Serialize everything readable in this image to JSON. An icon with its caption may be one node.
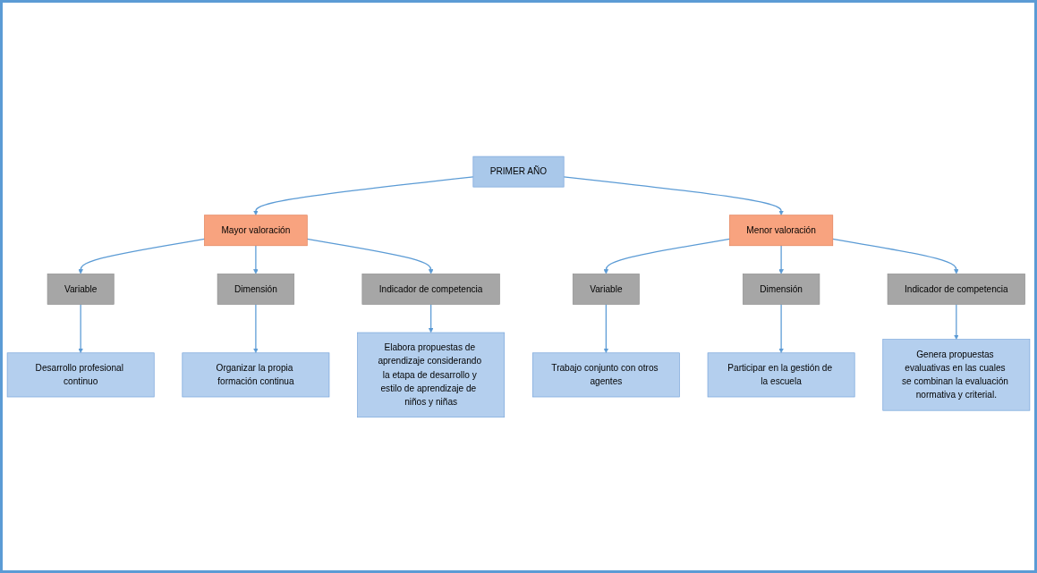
{
  "diagram": {
    "nodes": [
      {
        "text": [
          "PRIMER AÑO"
        ]
      },
      {
        "text": [
          "Mayor valoración"
        ]
      },
      {
        "text": [
          "Menor valoración"
        ]
      },
      {
        "text": [
          "Desarrollo profesional continuo"
        ]
      },
      {
        "text": [
          "Variable"
        ]
      },
      {
        "text": [
          "Variable"
        ]
      },
      {
        "text": [
          "Trabajo conjunto con otros agentes"
        ]
      },
      {
        "text": [
          "Organizar la propia formación continua"
        ]
      },
      {
        "text": [
          "Dimensión"
        ]
      },
      {
        "text": [
          "Dimensión"
        ]
      },
      {
        "text": [
          "Participar en la gestión de la escuela"
        ]
      },
      {
        "text": [
          "Indicador de competencia"
        ]
      },
      {
        "text": [
          "Indicador de competencia"
        ]
      },
      {
        "text": [
          "Elabora propuestas de aprendizaje considerando la etapa de desarrollo y estilo de aprendizaje de  niños y niñas"
        ]
      },
      {
        "text": [
          "Genera propuestas evaluativas en las cuales se combinan la evaluación normativa y criterial."
        ]
      }
    ],
    "edges": [
      {
        "from": 0,
        "to": 1,
        "arrow": "to"
      },
      {
        "from": 0,
        "to": 2,
        "arrow": "to"
      },
      {
        "from": 1,
        "to": 4,
        "arrow": "to"
      },
      {
        "from": 1,
        "to": 8,
        "arrow": "to"
      },
      {
        "from": 1,
        "to": 11,
        "arrow": "to"
      },
      {
        "from": 2,
        "to": 5,
        "arrow": "to"
      },
      {
        "from": 2,
        "to": 9,
        "arrow": "to"
      },
      {
        "from": 2,
        "to": 12,
        "arrow": "to"
      },
      {
        "from": 4,
        "to": 3,
        "arrow": "to"
      },
      {
        "from": 8,
        "to": 7,
        "arrow": "to"
      },
      {
        "from": 11,
        "to": 13,
        "arrow": "to"
      },
      {
        "from": 5,
        "to": 6,
        "arrow": "to"
      },
      {
        "from": 9,
        "to": 10,
        "arrow": "to"
      },
      {
        "from": 12,
        "to": 14,
        "arrow": "to"
      }
    ]
  }
}
